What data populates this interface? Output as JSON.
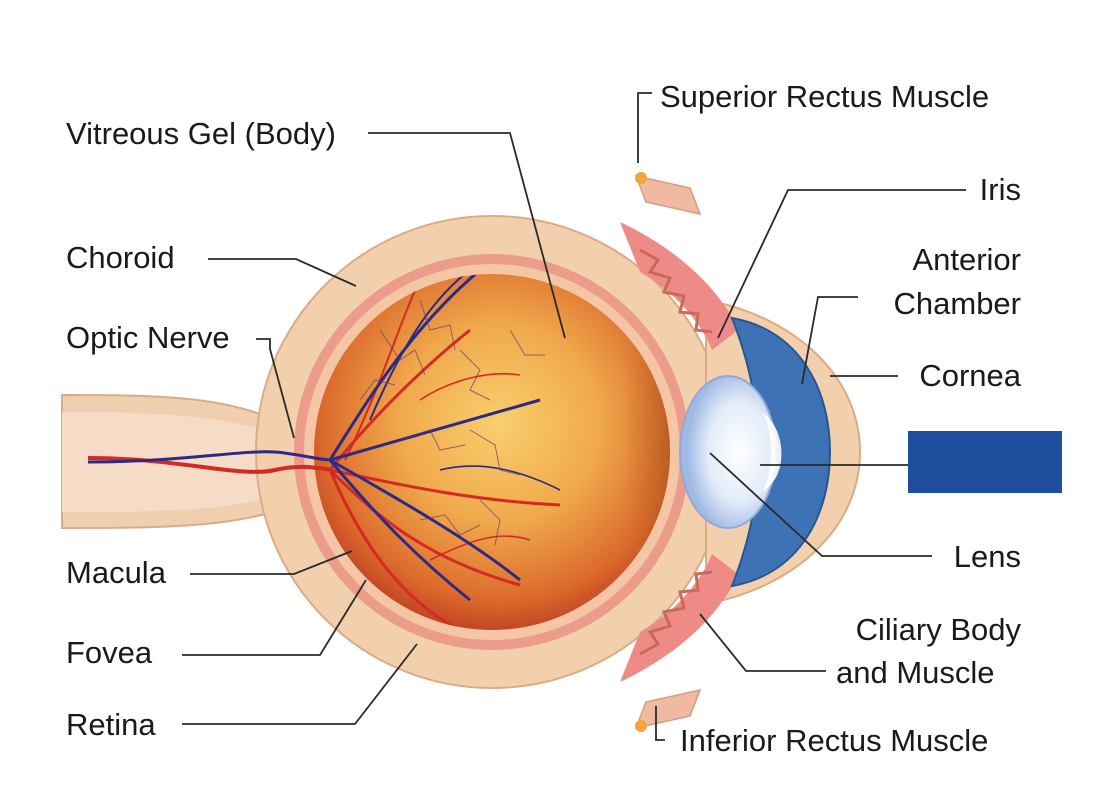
{
  "labels": {
    "vitreous": "Vitreous Gel (Body)",
    "choroid": "Choroid",
    "optic_nerve": "Optic Nerve",
    "macula": "Macula",
    "fovea": "Fovea",
    "retina": "Retina",
    "superior_rectus": "Superior Rectus Muscle",
    "iris": "Iris",
    "anterior_line1": "Anterior",
    "anterior_line2": "Chamber",
    "cornea": "Cornea",
    "lens": "Lens",
    "ciliary_line1": "Ciliary Body",
    "ciliary_line2": "and Muscle",
    "inferior_rectus": "Inferior Rectus Muscle"
  },
  "colors": {
    "redacted_box": "#1d4f9e",
    "sclera": "#f1cfae",
    "choroid": "#e58a86",
    "vitreous_center": "#f6c25e",
    "vitreous_edge": "#b8361e",
    "iris_blue": "#3d72b4",
    "artery": "#d32a24",
    "vein": "#2d2a86"
  }
}
